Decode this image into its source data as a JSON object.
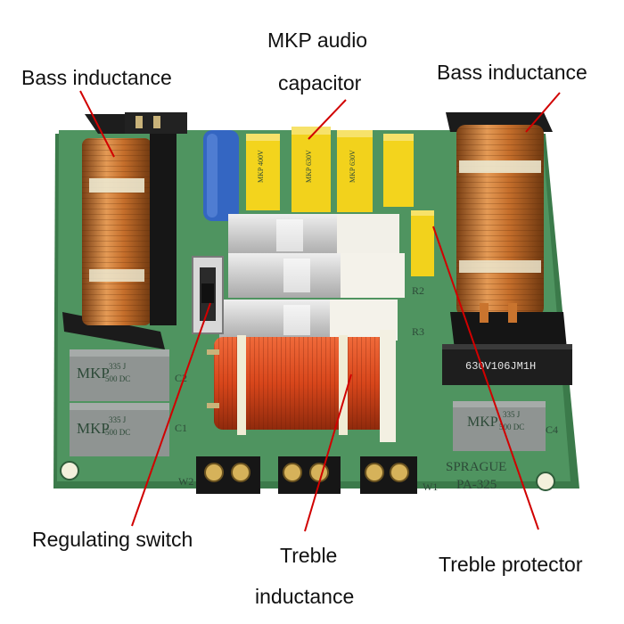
{
  "labels": {
    "mkp_line1": "MKP audio",
    "mkp_line2": "capacitor",
    "bass_left": "Bass inductance",
    "bass_right": "Bass inductance",
    "regulating_switch": "Regulating switch",
    "treble_line1": "Treble",
    "treble_line2": "inductance",
    "treble_protector": "Treble protector"
  },
  "board_markings": {
    "brand": "SPRAGUE",
    "model": "PA-325",
    "cap_left_top": "MKP",
    "cap_left_top_rating": "335 J",
    "cap_left_top_volt": "500 DC",
    "cap_left_bottom": "MKP",
    "cap_left_bottom_rating": "335 J",
    "cap_left_bottom_volt": "500 DC",
    "cap_right_black": "630V106JM1H",
    "cap_right_grey": "MKP",
    "cap_right_grey_rating": "335 J",
    "cap_right_grey_volt": "500 DC",
    "w1": "W1",
    "w2": "W2",
    "r2": "R2",
    "r3": "R3",
    "c1": "C1",
    "c2": "C2",
    "c4": "C4"
  },
  "colors": {
    "board": "#4d8f5c",
    "board_edge": "#3d7a4b",
    "copper": "#c9742e",
    "copper_dark": "#8e4d1c",
    "treble_coil": "#d84a1f",
    "yellow_cap": "#f2d21c",
    "blue_cap": "#2f5fb8",
    "grey_cap": "#8d9290",
    "pointer": "#d10000"
  }
}
